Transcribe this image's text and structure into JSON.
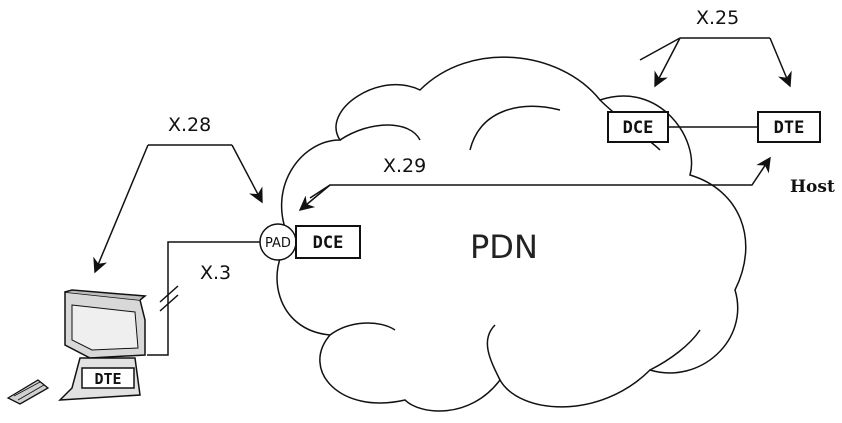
{
  "labels": {
    "x25": "X.25",
    "x28": "X.28",
    "x29": "X.29",
    "x3": "X.3",
    "pdn": "PDN",
    "host": "Host",
    "pad": "PAD",
    "dce_host": "DCE",
    "dte_host": "DTE",
    "dce_pad": "DCE",
    "dte_terminal": "DTE"
  }
}
